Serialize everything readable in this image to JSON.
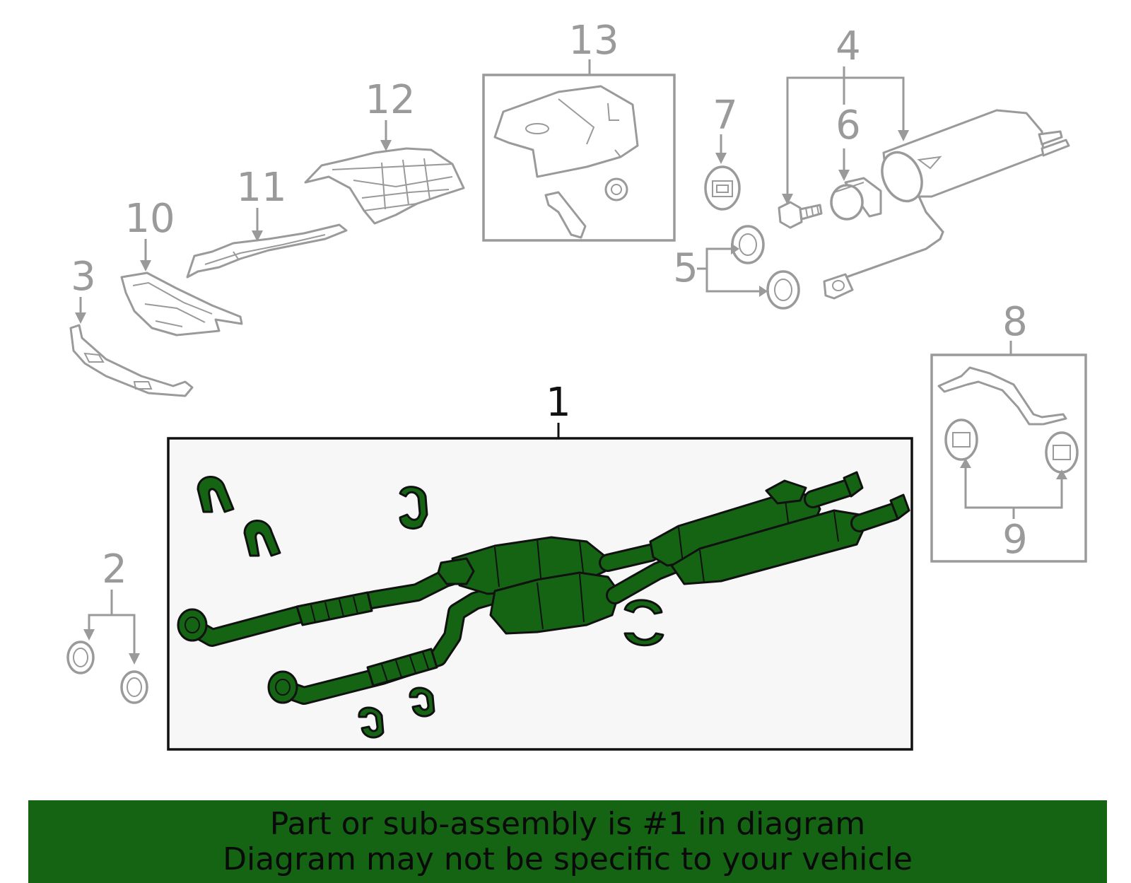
{
  "callouts": {
    "c1": "1",
    "c2": "2",
    "c3": "3",
    "c4": "4",
    "c5": "5",
    "c6": "6",
    "c7": "7",
    "c8": "8",
    "c9": "9",
    "c10": "10",
    "c11": "11",
    "c12": "12",
    "c13": "13"
  },
  "highlight": {
    "fill_color": "#146414",
    "line_color": "#111111",
    "main_box_fill": "#f7f7f7",
    "secondary_color": "#9a9a9a"
  },
  "banner": {
    "line1": "Part or sub-assembly is #1 in diagram",
    "line2": "Diagram may not be specific to your vehicle",
    "background": "#146414"
  }
}
